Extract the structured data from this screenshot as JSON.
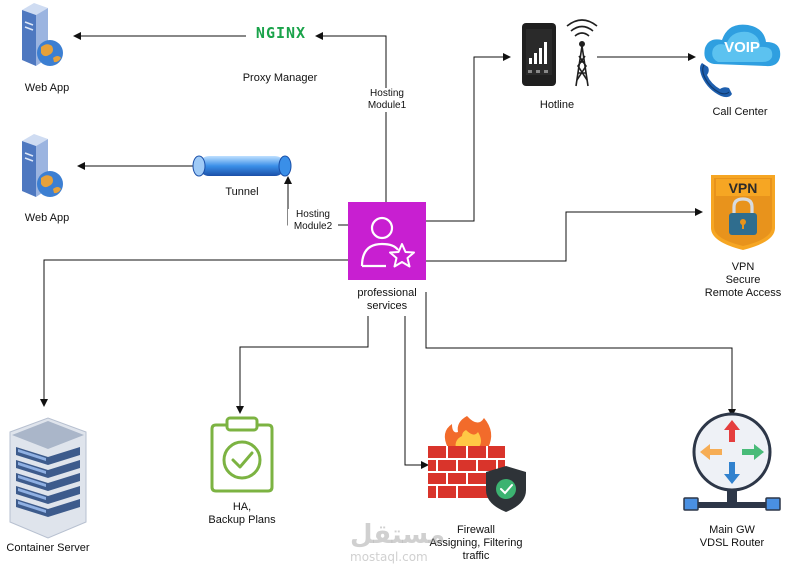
{
  "nodes": {
    "web_app_1": "Web App",
    "web_app_2": "Web App",
    "nginx_logo": "NGINX",
    "proxy_manager": "Proxy Manager",
    "tunnel": "Tunnel",
    "hotline": "Hotline",
    "call_center": "Call Center",
    "voip_badge": "VOIP",
    "vpn_badge": "VPN",
    "vpn": "VPN\nSecure\nRemote Access",
    "professional_services": "professional\nservices",
    "container_server": "Container Server",
    "ha_backup": "HA,\nBackup Plans",
    "firewall": "Firewall\nAssigning, Filtering\ntraffic",
    "router": "Main GW\nVDSL Router"
  },
  "edges": {
    "hosting_module1": "Hosting\nModule1",
    "hosting_module2": "Hosting\nModule2"
  },
  "watermark": {
    "arabic": "مستقل",
    "latin": "mostaql.com"
  },
  "colors": {
    "hub": "#c81fd1",
    "nginx": "#1aa34a",
    "vpn": "#e67e22",
    "voip": "#3aa4de",
    "firewall_brick": "#d9342b",
    "edge": "#111111"
  }
}
